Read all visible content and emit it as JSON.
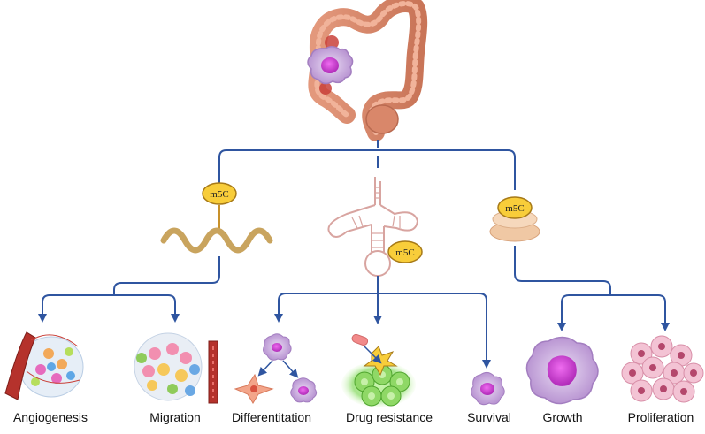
{
  "diagram": {
    "badge_text": "m5C",
    "outcomes": [
      "Angiogenesis",
      "Migration",
      "Differentitation",
      "Drug resistance",
      "Survival",
      "Growth",
      "Proliferation"
    ]
  },
  "colors": {
    "connector": "#2f55a0",
    "badge_fill": "#f8cd3a",
    "badge_stroke": "#a77a18",
    "mrna": "#c9a45e",
    "trna": "#d8a4a0",
    "ribosome": "#f2c9a6",
    "cell_membrane": "#c8a7d9",
    "nucleus": "#c23fc9",
    "colon": "#d88c6f",
    "drug_glow": "#7ed957"
  },
  "icons": [
    "colon-icon",
    "tumor-icon",
    "mrna-icon",
    "trna-icon",
    "ribosome-icon",
    "blood-vessel-icon",
    "cell-icon",
    "cancer-cell-icon",
    "cluster-icon",
    "pill-icon"
  ]
}
